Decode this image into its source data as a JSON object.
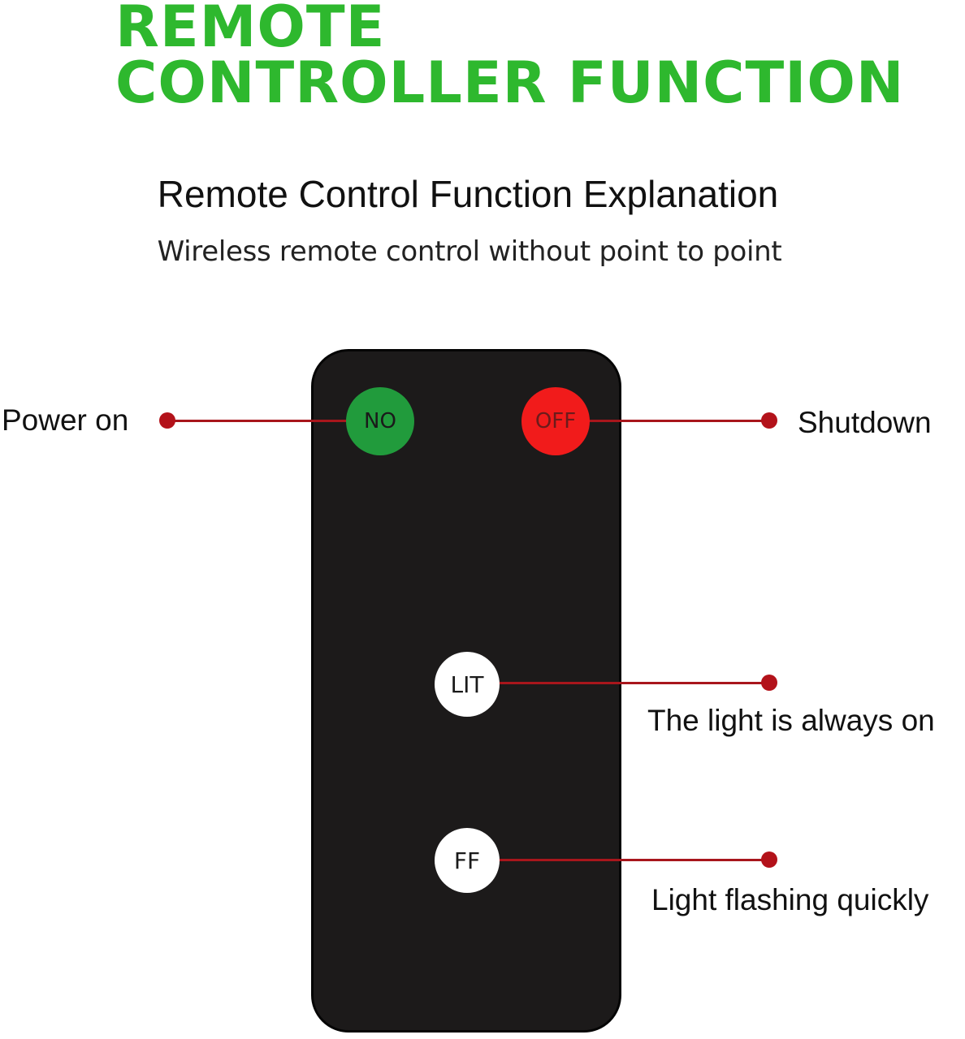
{
  "headline": {
    "line1": "REMOTE",
    "line2": "CONTROLLER FUNCTION"
  },
  "subtitle": "Remote Control Function Explanation",
  "tagline": "Wireless remote control without point to point",
  "buttons": {
    "on": "NO",
    "off": "OFF",
    "lit": "LIT",
    "ff": "FF"
  },
  "callouts": {
    "power_on": "Power on",
    "shutdown": "Shutdown",
    "always_on": "The light is always on",
    "flashing": "Light flashing quickly"
  },
  "colors": {
    "headline": "#2eb82e",
    "on_button": "#219b3c",
    "off_button": "#f11b1b",
    "leader_line": "#a8161c"
  }
}
